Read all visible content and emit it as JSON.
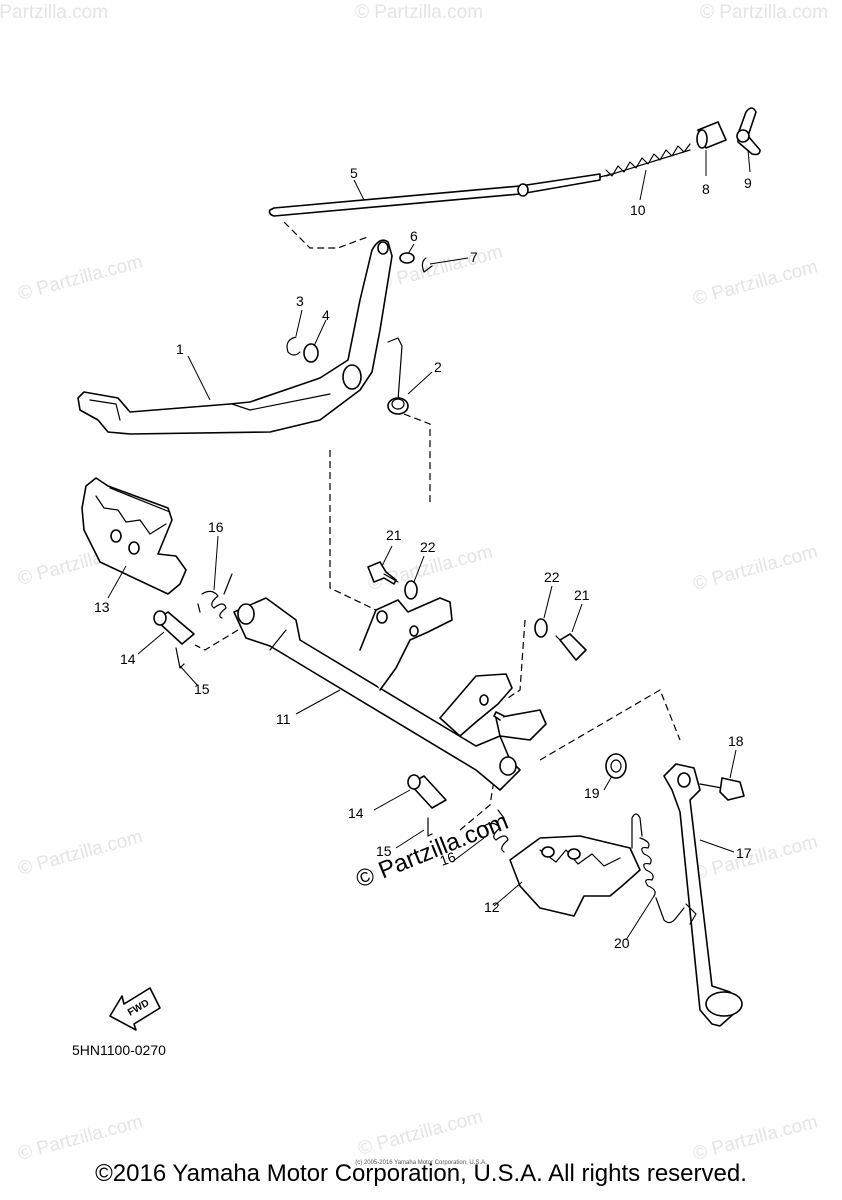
{
  "diagram": {
    "part_code": "5HN1100-0270",
    "copyright": "©2016 Yamaha Motor Corporation, U.S.A. All rights reserved.",
    "copyright_small": "(c) 2005-2016 Yamaha Motor Corporation, U.S.A.",
    "fwd_label": "FWD",
    "watermark_text": "© Partzilla.com",
    "center_watermark": "© Partzilla.com",
    "callouts": {
      "c1": "1",
      "c2": "2",
      "c3": "3",
      "c4": "4",
      "c5": "5",
      "c6": "6",
      "c7": "7",
      "c8": "8",
      "c9": "9",
      "c10": "10",
      "c11": "11",
      "c12": "12",
      "c13": "13",
      "c14a": "14",
      "c14b": "14",
      "c15a": "15",
      "c15b": "15",
      "c16a": "16",
      "c16b": "16",
      "c17": "17",
      "c18": "18",
      "c19": "19",
      "c20": "20",
      "c21a": "21",
      "c21b": "21",
      "c22a": "22",
      "c22b": "22"
    }
  }
}
